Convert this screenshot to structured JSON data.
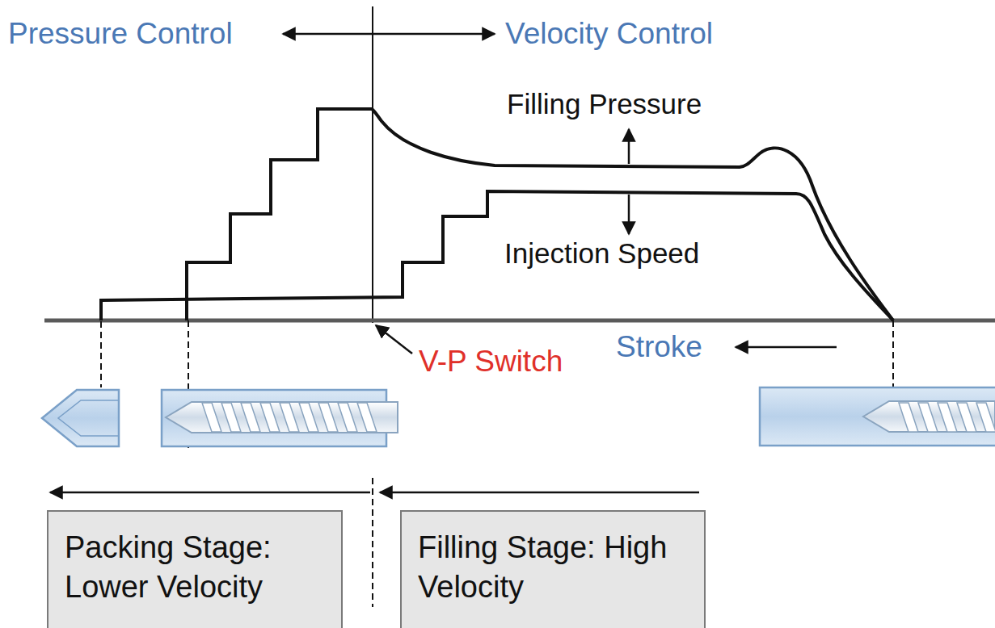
{
  "diagram": {
    "nodes": [
      {
        "text": [
          "Packing Stage: Lower Velocity"
        ]
      },
      {
        "text": [
          "Filling Stage: High Velocity"
        ]
      }
    ],
    "labels": [
      "Pressure Control",
      "Velocity Control",
      "Filling Pressure",
      "Injection Speed",
      "V-P Switch",
      "Stroke"
    ]
  }
}
